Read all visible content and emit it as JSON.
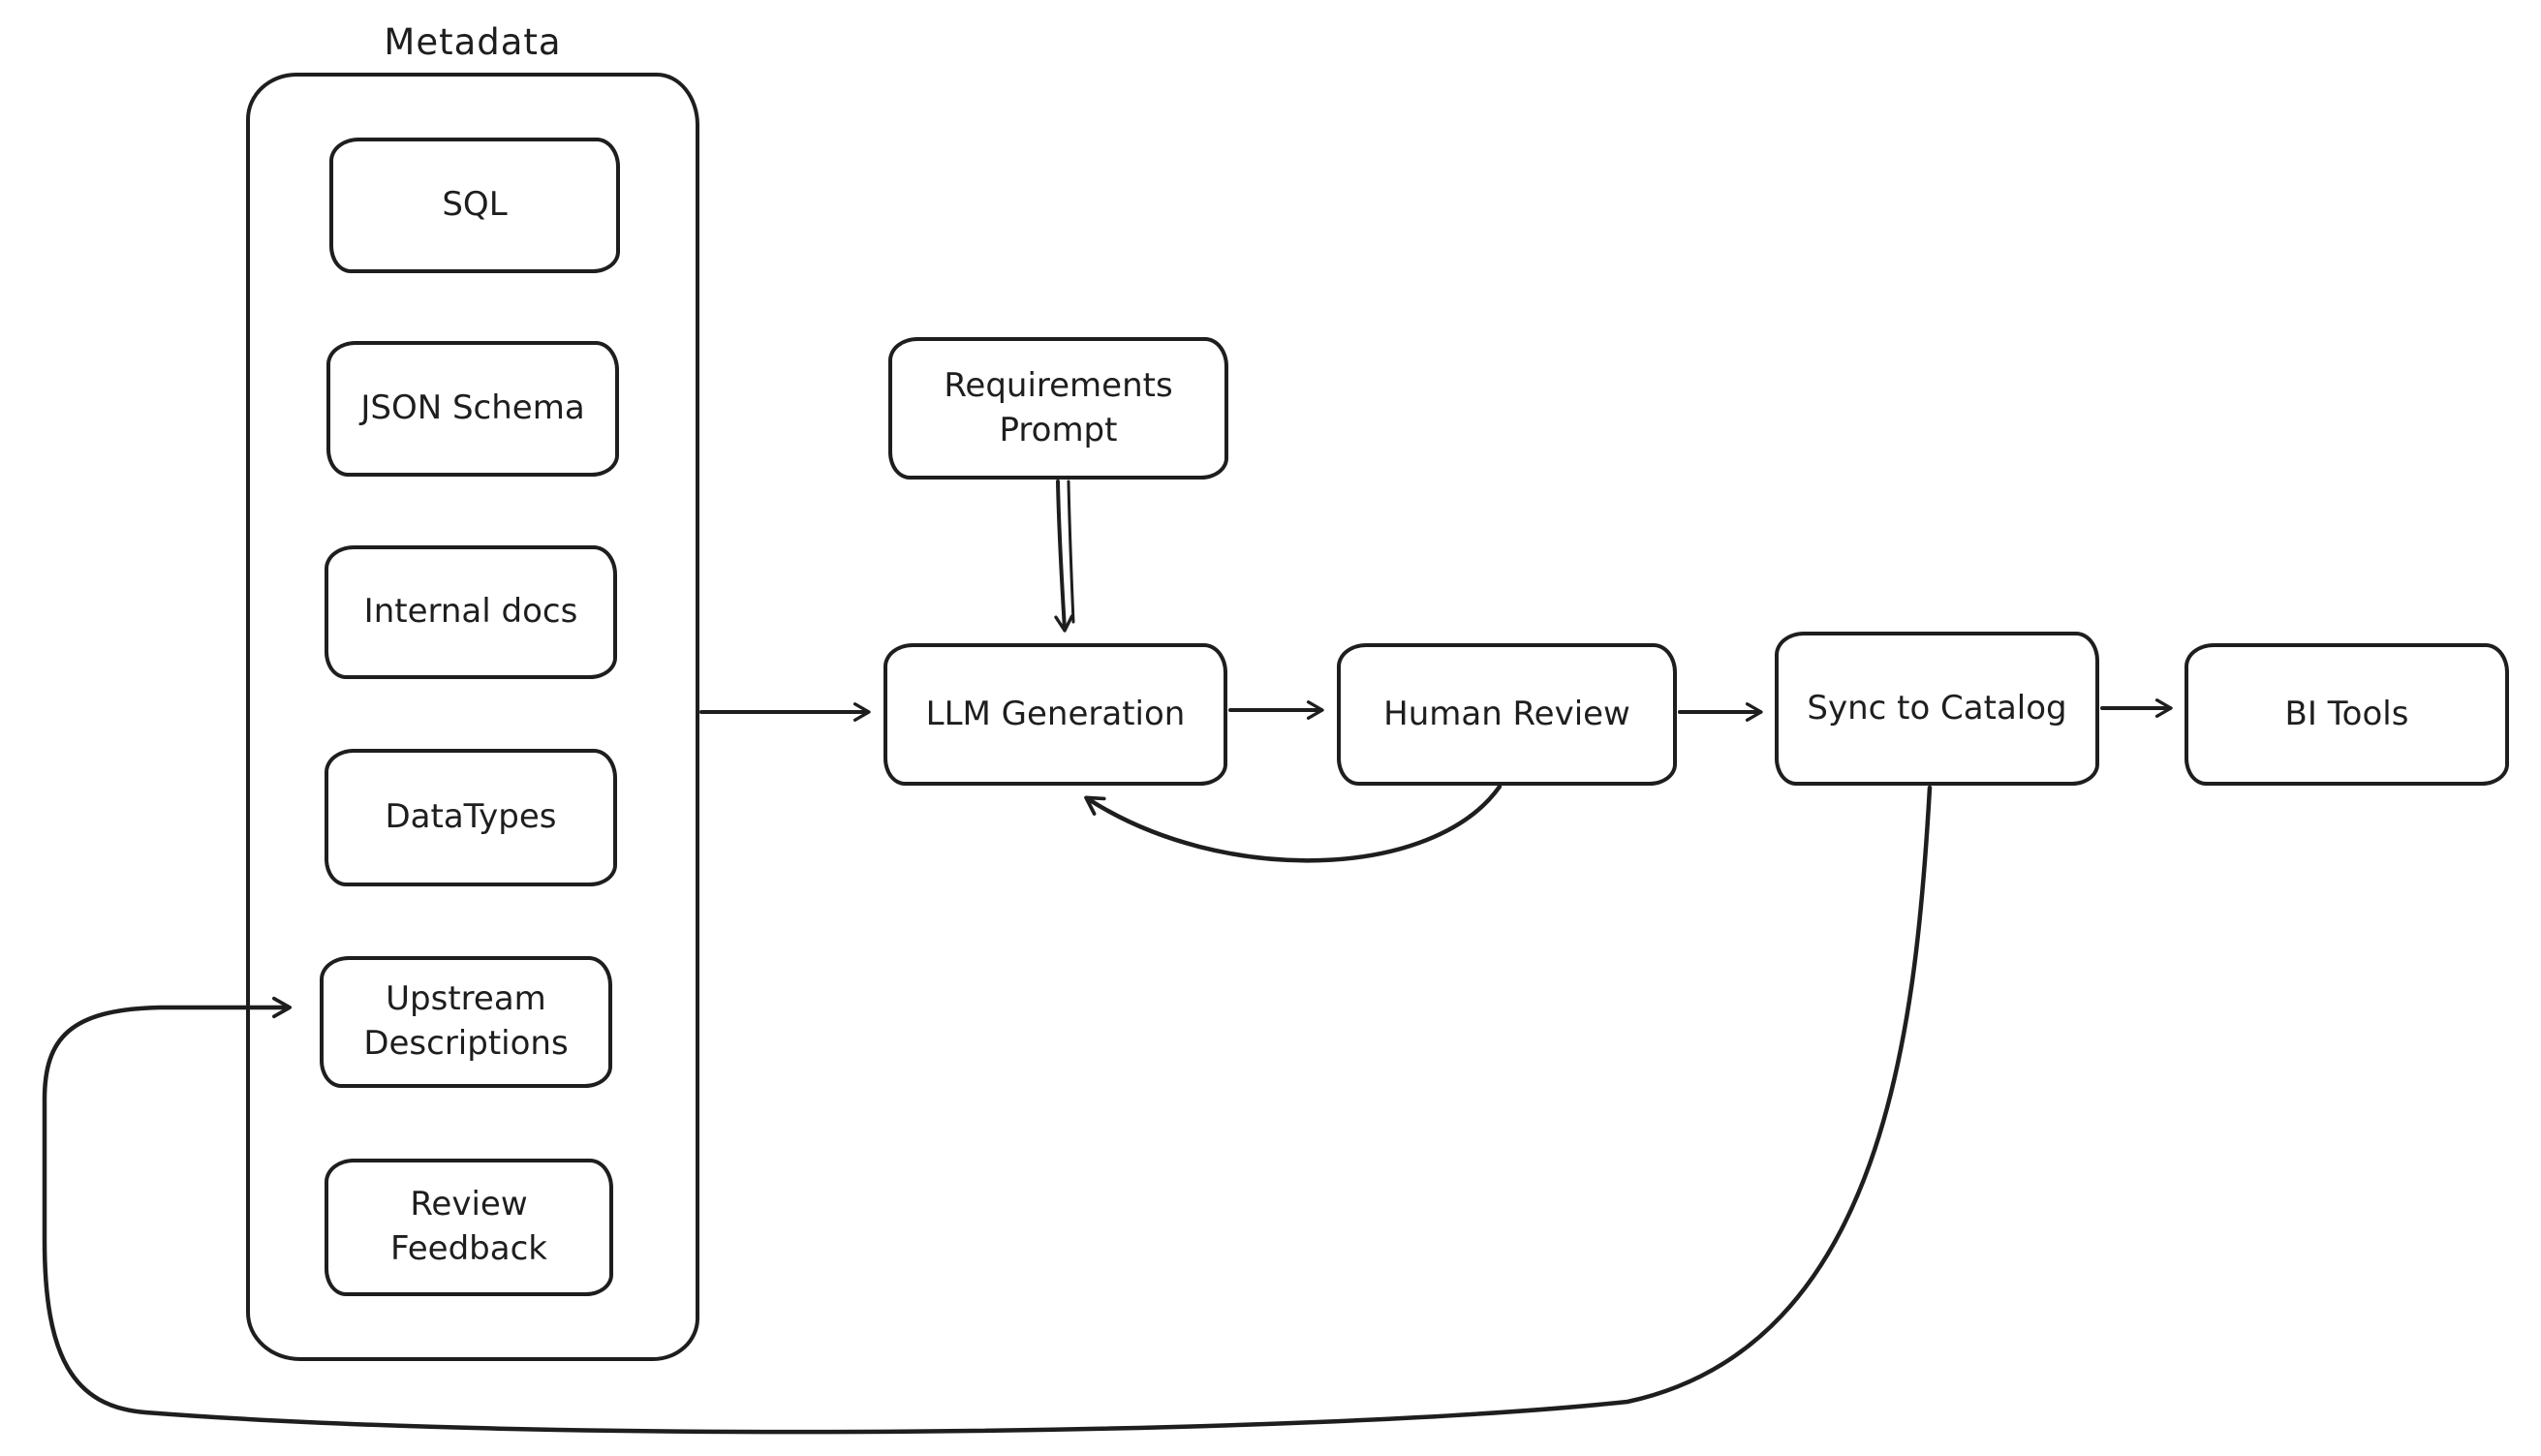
{
  "diagram": {
    "group": {
      "label": "Metadata",
      "items": {
        "sql": "SQL",
        "json_schema": "JSON Schema",
        "internal_docs": "Internal docs",
        "datatypes": "DataTypes",
        "upstream_descriptions": "Upstream\nDescriptions",
        "review_feedback": "Review\nFeedback"
      }
    },
    "nodes": {
      "requirements_prompt": "Requirements\nPrompt",
      "llm_generation": "LLM Generation",
      "human_review": "Human Review",
      "sync_to_catalog": "Sync to Catalog",
      "bi_tools": "BI Tools"
    },
    "colors": {
      "stroke": "#1e1e1e",
      "background": "#ffffff"
    }
  }
}
